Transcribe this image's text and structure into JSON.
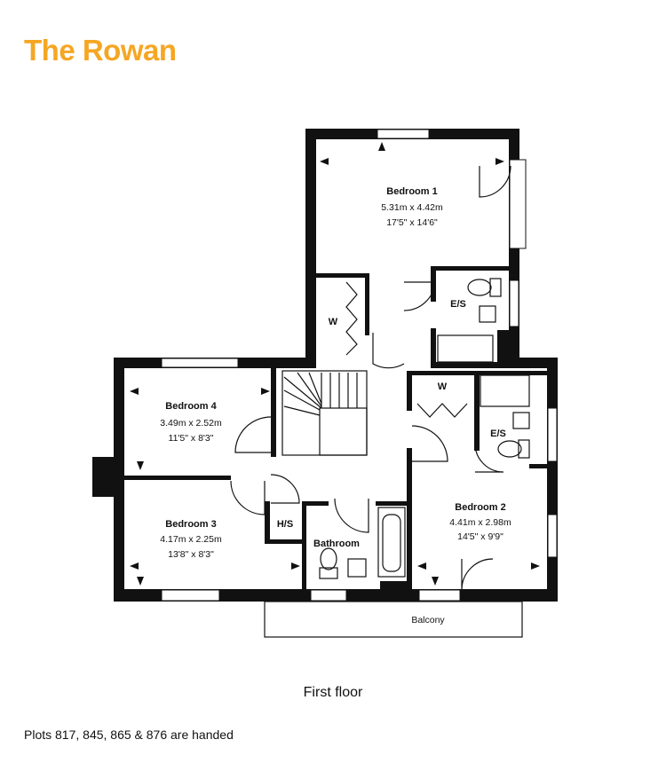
{
  "title": "The Rowan",
  "floor_label": "First floor",
  "note": "Plots 817, 845, 865 & 876 are handed",
  "rooms": {
    "bedroom1": {
      "name": "Bedroom 1",
      "metric": "5.31m x 4.42m",
      "imperial": "17'5\" x 14'6\""
    },
    "bedroom2": {
      "name": "Bedroom 2",
      "metric": "4.41m x 2.98m",
      "imperial": "14'5\" x 9'9\""
    },
    "bedroom3": {
      "name": "Bedroom 3",
      "metric": "4.17m x 2.25m",
      "imperial": "13'8\" x 8'3\""
    },
    "bedroom4": {
      "name": "Bedroom 4",
      "metric": "3.49m x 2.52m",
      "imperial": "11'5\" x 8'3\""
    },
    "es1": {
      "name": "E/S"
    },
    "es2": {
      "name": "E/S"
    },
    "w1": {
      "name": "W"
    },
    "w2": {
      "name": "W"
    },
    "hs": {
      "name": "H/S"
    },
    "bathroom": {
      "name": "Bathroom"
    },
    "balcony": {
      "name": "Balcony"
    }
  }
}
